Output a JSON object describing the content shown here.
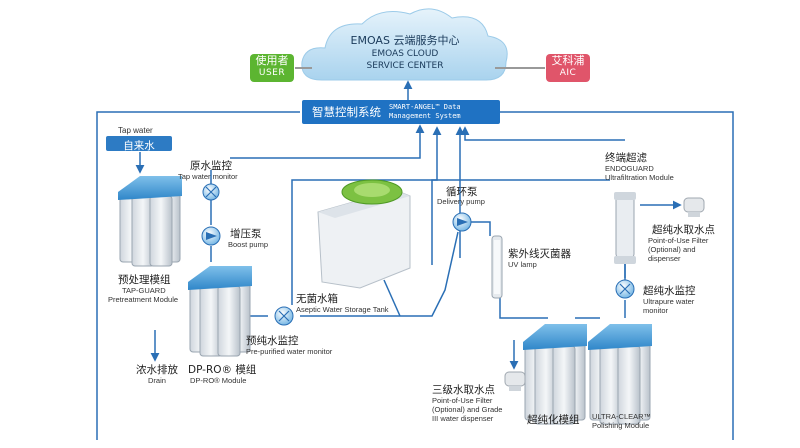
{
  "cloud": {
    "line1": "EMOAS  云端服务中心",
    "line2": "EMOAS CLOUD",
    "line3": "SERVICE CENTER"
  },
  "user_tag": {
    "zh": "使用者",
    "en": "USER"
  },
  "aic_tag": {
    "zh": "艾科浦",
    "en": "AIC"
  },
  "control_system": {
    "zh": "智慧控制系统",
    "en1": "SMART-ANGEL™ Data",
    "en2": "Management System"
  },
  "tap_water": {
    "en": "Tap water",
    "zh": "自来水"
  },
  "raw_monitor": {
    "zh": "原水监控",
    "en": "Tap water monitor"
  },
  "boost_pump": {
    "zh": "增压泵",
    "en": "Boost pump"
  },
  "pretreatment": {
    "zh": "预处理模组",
    "en1": "TAP-GUARD",
    "en2": "Pretreatment Module"
  },
  "drain": {
    "zh": "浓水排放",
    "en": "Drain"
  },
  "dpro": {
    "zh": "DP-RO® 模组",
    "en": "DP-RO® Module"
  },
  "prepurified_monitor": {
    "zh": "预纯水监控",
    "en": "Pre-purified water monitor"
  },
  "storage_tank": {
    "zh": "无菌水箱",
    "en": "Aseptic Water Storage Tank"
  },
  "delivery_pump": {
    "zh": "循环泵",
    "en": "Delivery pump"
  },
  "uv_lamp": {
    "zh": "紫外线灭菌器",
    "en": "UV lamp"
  },
  "endoguard": {
    "zh": "终端超滤",
    "en1": "ENDOGUARD",
    "en2": "Ultrafiltration Module"
  },
  "pou_top": {
    "zh": "超纯水取水点",
    "en1": "Point-of-Use Filter",
    "en2": "(Optional) and",
    "en3": "dispenser"
  },
  "ultrapure_monitor": {
    "zh": "超纯水监控",
    "en1": "Ultrapure water",
    "en2": "monitor"
  },
  "polishing": {
    "zh": "超纯化模组",
    "en1": "ULTRA-CLEAR™",
    "en2": "Polishing Module"
  },
  "grade3": {
    "zh": "三级水取水点",
    "en1": "Point-of-Use Filter",
    "en2": "(Optional) and Grade",
    "en3": "III water dispenser"
  },
  "colors": {
    "line": "#2a6fb5",
    "user": "#5cb531",
    "aic": "#e0556a",
    "control": "#1f72c3"
  }
}
